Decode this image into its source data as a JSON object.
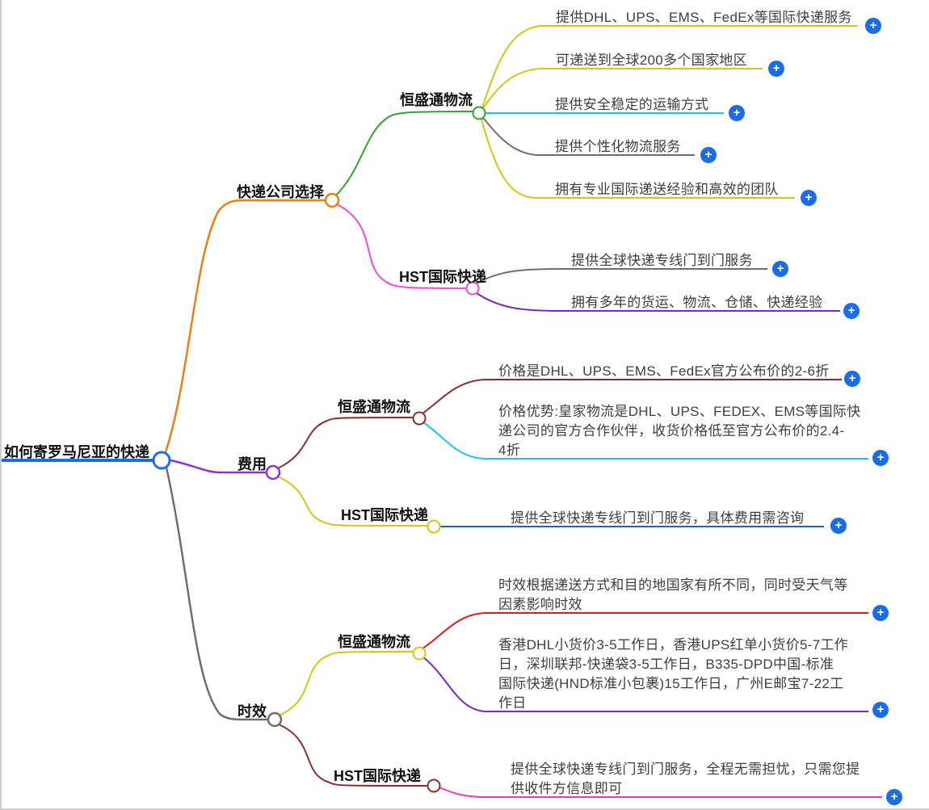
{
  "ui": {
    "plus": "+"
  },
  "palette": {
    "blue": "#1b6ce8",
    "orange": "#f07d10",
    "violet": "#8e32d8",
    "purple": "#7527c9",
    "gray": "#6f6f6f",
    "green": "#2fa52f",
    "pink": "#ef4cd8",
    "magenta": "#f638b0",
    "yellow": "#d2c713",
    "cyan": "#17c7e4",
    "maroon": "#8c2d2d",
    "red": "#e91418",
    "darkblue": "#1664cf"
  },
  "root": {
    "label": "如何寄罗马尼亚的快递"
  },
  "branches": [
    {
      "label": "快递公司选择",
      "children": [
        {
          "label": "恒盛通物流",
          "leaves": [
            {
              "text": "提供DHL、UPS、EMS、FedEx等国际快递服务"
            },
            {
              "text": "可递送到全球200多个国家地区"
            },
            {
              "text": "提供安全稳定的运输方式"
            },
            {
              "text": "提供个性化物流服务"
            },
            {
              "text": "拥有专业国际递送经验和高效的团队"
            }
          ]
        },
        {
          "label": "HST国际快递",
          "leaves": [
            {
              "text": "提供全球快递专线门到门服务"
            },
            {
              "text": "拥有多年的货运、物流、仓储、快递经验"
            }
          ]
        }
      ]
    },
    {
      "label": "费用",
      "children": [
        {
          "label": "恒盛通物流",
          "leaves": [
            {
              "text": "价格是DHL、UPS、EMS、FedEx官方公布价的2-6折"
            },
            {
              "text": "价格优势:皇家物流是DHL、UPS、FEDEX、EMS等国际快\n递公司的官方合作伙伴，收货价格低至官方公布价的2.4-\n4折"
            }
          ]
        },
        {
          "label": "HST国际快递",
          "leaves": [
            {
              "text": "提供全球快递专线门到门服务，具体费用需咨询"
            }
          ]
        }
      ]
    },
    {
      "label": "时效",
      "children": [
        {
          "label": "恒盛通物流",
          "leaves": [
            {
              "text": "时效根据递送方式和目的地国家有所不同，同时受天气等\n因素影响时效"
            },
            {
              "text": "香港DHL小货价3-5工作日，香港UPS红单小货价5-7工作\n日，深圳联邦-快递袋3-5工作日，B335-DPD中国-标准\n国际快递(HND标准小包裹)15工作日，广州E邮宝7-22工\n作日"
            }
          ]
        },
        {
          "label": "HST国际快递",
          "leaves": [
            {
              "text": "提供全球快递专线门到门服务，全程无需担忧，只需您提\n供收件方信息即可"
            }
          ]
        }
      ]
    }
  ]
}
